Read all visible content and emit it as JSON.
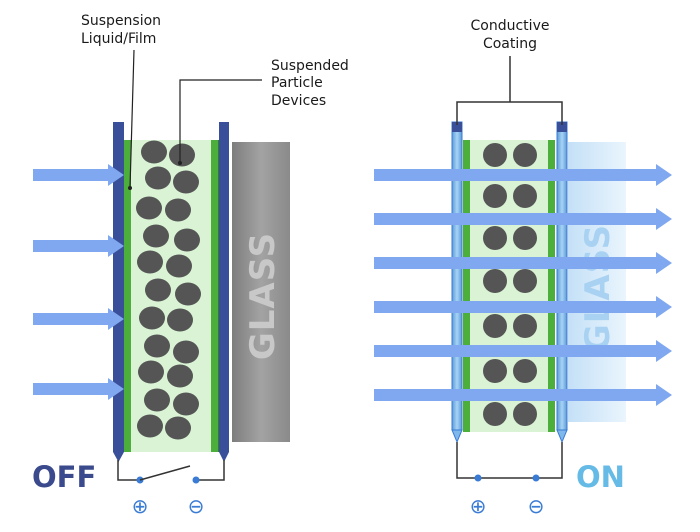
{
  "labels": {
    "suspension_line1": "Suspension",
    "suspension_line2": "Liquid/Film",
    "particles_line1": "Suspended",
    "particles_line2": "Particle",
    "particles_line3": "Devices",
    "coating_line1": "Conductive",
    "coating_line2": "Coating",
    "glass_off": "GLASS",
    "glass_on": "GLASS",
    "off_state": "OFF",
    "on_state": "ON",
    "plus_symbol": "⊕",
    "minus_symbol": "⊖"
  },
  "colors": {
    "off_state": "#3a4a8c",
    "on_state": "#66bbe6",
    "electrode_dark": "#3a4f9a",
    "electrode_light": "#7fb8ea",
    "suspension": "#d9f3d4",
    "film_green": "#4caf3c",
    "particle": "#555555",
    "glass_off": "#9a9a9a",
    "glass_on": "#d9ecfa",
    "light_arrow": "#7fa8f0",
    "terminal": "#3a7bd5"
  }
}
